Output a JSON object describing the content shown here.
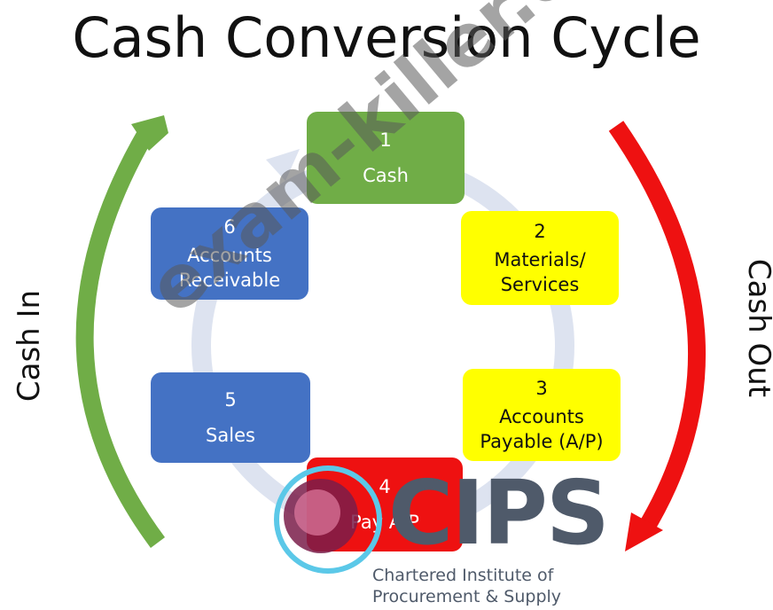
{
  "title": "Cash Conversion Cycle",
  "steps": [
    {
      "num": "1",
      "label": "Cash",
      "color": "#70ad47"
    },
    {
      "num": "2",
      "label": "Materials/ Services",
      "color": "#ffff00"
    },
    {
      "num": "3",
      "label": "Accounts Payable (A/P)",
      "color": "#ffff00"
    },
    {
      "num": "4",
      "label": "Pay A/P",
      "color": "#ee1111"
    },
    {
      "num": "5",
      "label": "Sales",
      "color": "#4472c4"
    },
    {
      "num": "6",
      "label": "Accounts Receivable",
      "color": "#4472c4"
    }
  ],
  "cash_in": {
    "label": "Cash In",
    "color": "#70ad47"
  },
  "cash_out": {
    "label": "Cash Out",
    "color": "#ee1111"
  },
  "watermark": "exam-killer.com",
  "logo": {
    "name": "CIPS",
    "line1": "Chartered Institute of",
    "line2": "Procurement & Supply"
  }
}
